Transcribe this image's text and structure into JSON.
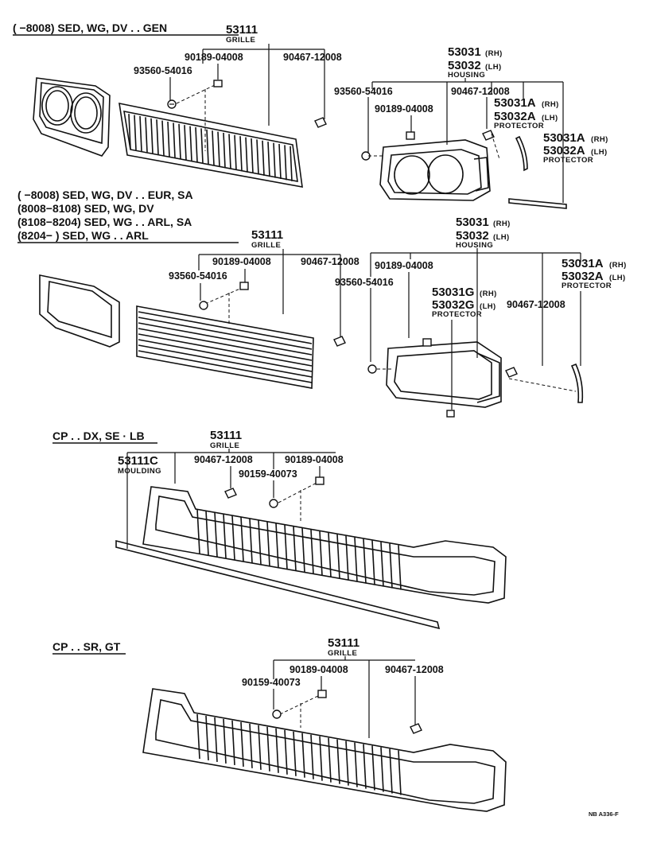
{
  "sections": [
    {
      "heading_lines": [
        "(      −8008) SED, WG, DV . . GEN"
      ],
      "grille": {
        "number": "53111",
        "name": "GRILLE"
      },
      "parts": {
        "clip": "90189-04008",
        "bracket": "90467-12008",
        "screw": "93560-54016"
      },
      "housing": {
        "rh": "53031",
        "rh_tag": "(RH)",
        "lh": "53032",
        "lh_tag": "(LH)",
        "name": "HOUSING"
      },
      "housing_parts": {
        "screw": "93560-54016",
        "bracket": "90467-12008",
        "clip": "90189-04008"
      },
      "protector_a": {
        "rh": "53031A",
        "rh_tag": "(RH)",
        "lh": "53032A",
        "lh_tag": "(LH)",
        "name": "PROTECTOR"
      },
      "protector_b": {
        "rh": "53031A",
        "rh_tag": "(RH)",
        "lh": "53032A",
        "lh_tag": "(LH)",
        "name": "PROTECTOR"
      }
    },
    {
      "heading_lines": [
        "(      −8008) SED, WG, DV . . EUR, SA",
        "(8008−8108) SED, WG, DV",
        "(8108−8204) SED, WG . . ARL, SA",
        "(8204−        ) SED, WG . . ARL"
      ],
      "grille": {
        "number": "53111",
        "name": "GRILLE"
      },
      "parts": {
        "clip": "90189-04008",
        "bracket": "90467-12008",
        "screw": "93560-54016"
      },
      "housing": {
        "rh": "53031",
        "rh_tag": "(RH)",
        "lh": "53032",
        "lh_tag": "(LH)",
        "name": "HOUSING"
      },
      "housing_parts": {
        "clip": "90189-04008",
        "screw": "93560-54016",
        "bracket": "90467-12008"
      },
      "protector_g": {
        "rh": "53031G",
        "rh_tag": "(RH)",
        "lh": "53032G",
        "lh_tag": "(LH)",
        "name": "PROTECTOR"
      },
      "protector_a": {
        "rh": "53031A",
        "rh_tag": "(RH)",
        "lh": "53032A",
        "lh_tag": "(LH)",
        "name": "PROTECTOR"
      }
    },
    {
      "heading": "CP . . DX, SE · LB",
      "grille": {
        "number": "53111",
        "name": "GRILLE"
      },
      "moulding": {
        "number": "53111C",
        "name": "MOULDING"
      },
      "parts": {
        "bracket": "90467-12008",
        "clip": "90189-04008",
        "screw": "90159-40073"
      }
    },
    {
      "heading": "CP . . SR, GT",
      "grille": {
        "number": "53111",
        "name": "GRILLE"
      },
      "parts": {
        "clip": "90189-04008",
        "screw": "90159-40073",
        "bracket": "90467-12008"
      }
    }
  ],
  "footer_code": "NB A336-F"
}
